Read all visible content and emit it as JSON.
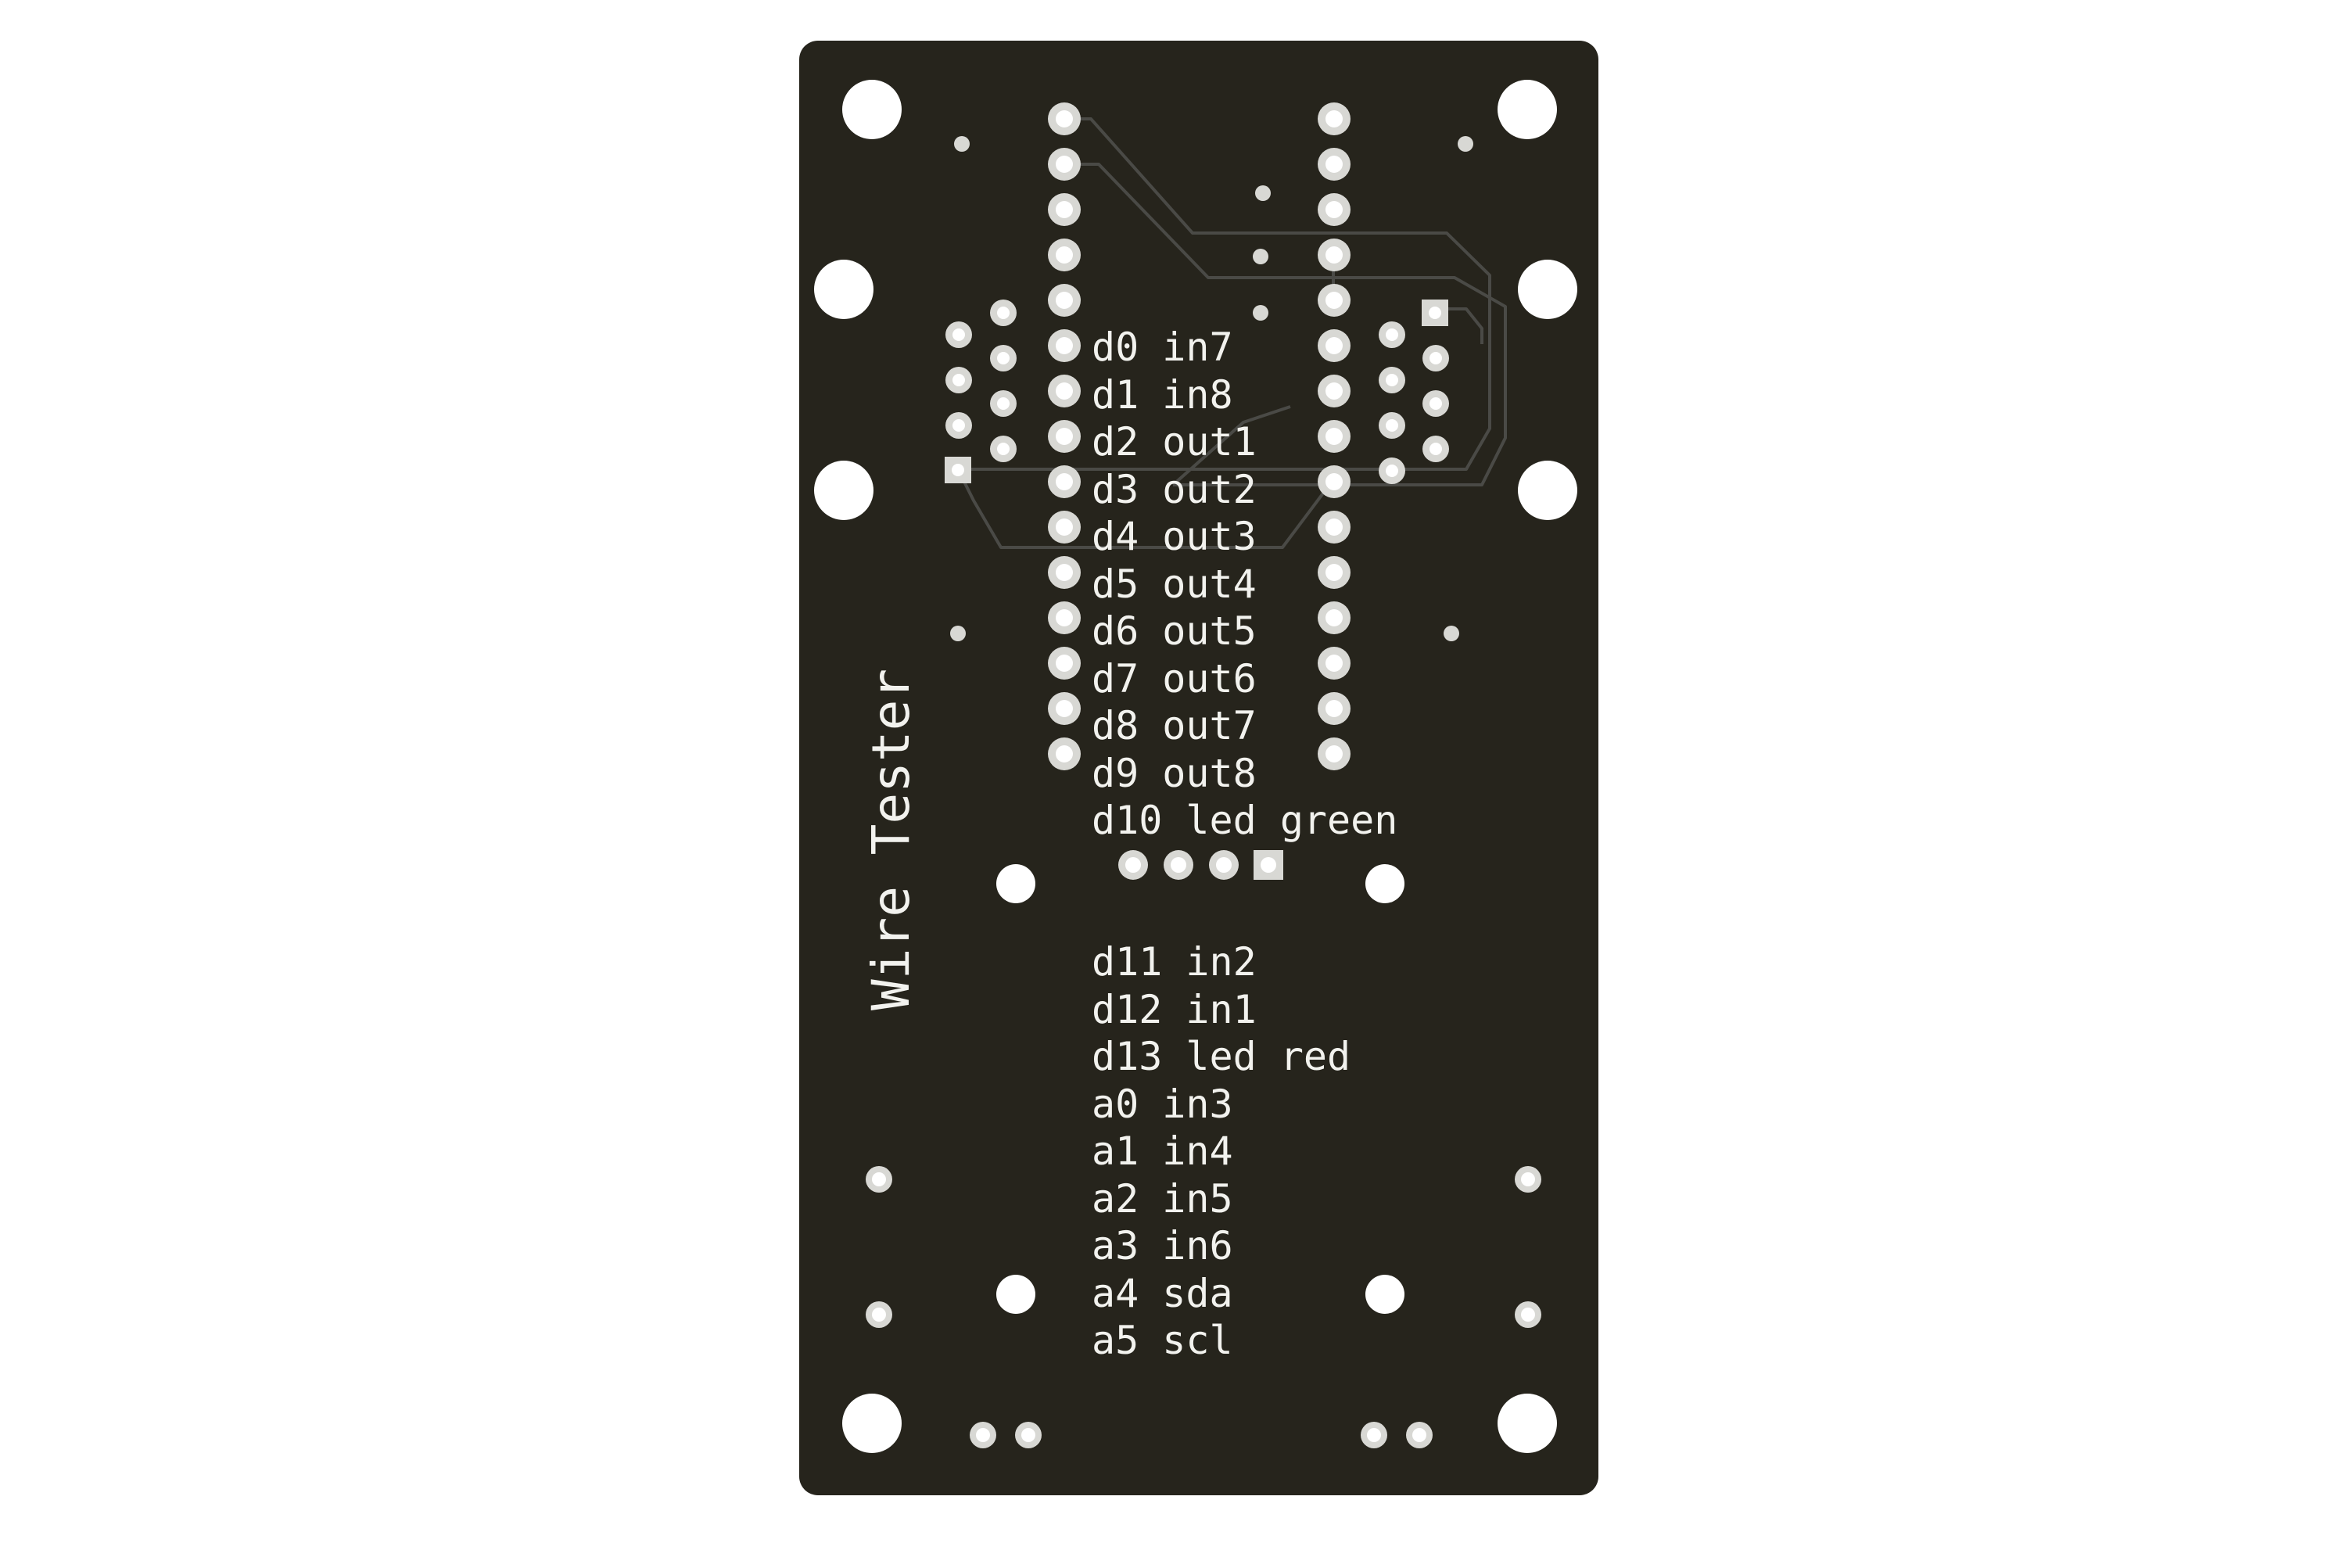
{
  "board": {
    "title": "Wire Tester",
    "colors": {
      "board": "#26241c",
      "trace": "#4a4a46",
      "pad": "#d8d8d4",
      "hole": "#ffffff",
      "silkscreen": "#f2f2ee"
    }
  },
  "pin_labels": [
    "d0 in7",
    "d1 in8",
    "d2 out1",
    "d3 out2",
    "d4 out3",
    "d5 out4",
    "d6 out5",
    "d7 out6",
    "d8 out7",
    "d9 out8",
    "d10 led green"
  ],
  "pin_labels_lower": [
    "d11 in2",
    "d12 in1",
    "d13 led red",
    "a0 in3",
    "a1 in4",
    "a2 in5",
    "a3 in6",
    "a4 sda",
    "a5 scl"
  ]
}
